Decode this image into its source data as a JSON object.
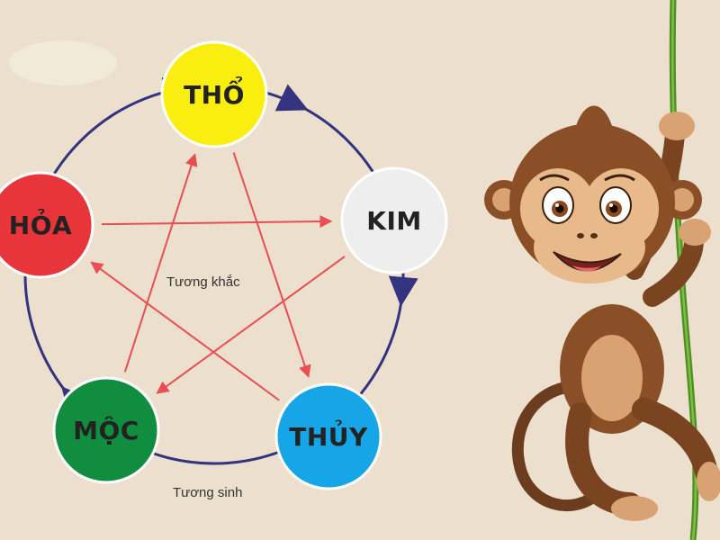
{
  "diagram": {
    "captions": {
      "generating": "Tương sinh",
      "overcoming": "Tương khắc"
    },
    "nodes": [
      {
        "id": "tho",
        "label": "THỔ",
        "color": "#f9ee0f"
      },
      {
        "id": "kim",
        "label": "KIM",
        "color": "#eeeeee"
      },
      {
        "id": "thuy",
        "label": "THỦY",
        "color": "#16a5e6"
      },
      {
        "id": "moc",
        "label": "MỘC",
        "color": "#118d3f"
      },
      {
        "id": "hoa",
        "label": "HỎA",
        "color": "#e8353b"
      }
    ],
    "colors": {
      "cycle": "#33337f",
      "star": "#e84e52",
      "background": "#ecdfcd"
    }
  },
  "illustration": {
    "subject": "monkey-on-vine-icon"
  }
}
